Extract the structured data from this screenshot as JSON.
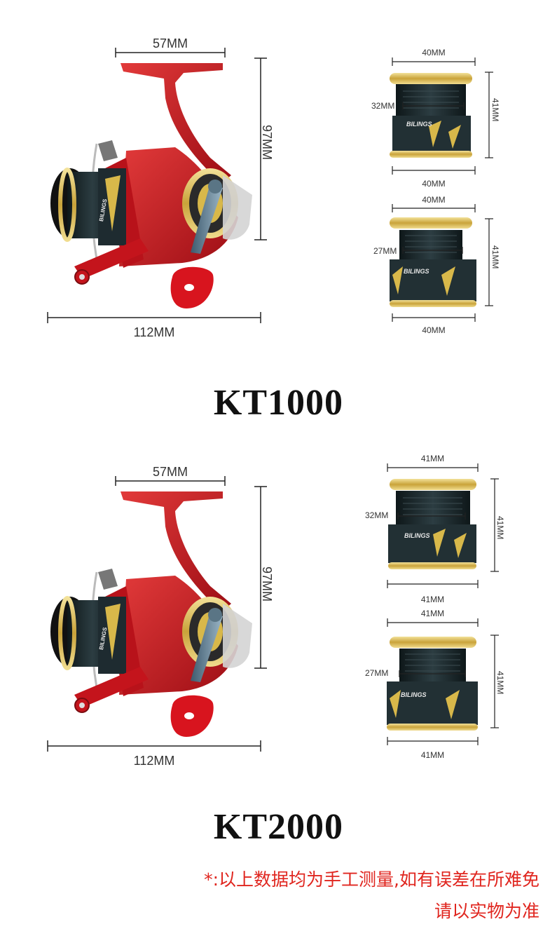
{
  "colors": {
    "accent_red": "#c4141c",
    "gold": "#d8b84a",
    "spool_dark": "#1c2a2e",
    "note_red": "#e0261f",
    "dimension_line": "#222222"
  },
  "brand": "BILINGS",
  "sections": [
    {
      "model": "KT1000",
      "reel": {
        "width": "57MM",
        "height": "97MM",
        "length": "112MM"
      },
      "spool_deep": {
        "top_width": "40MM",
        "inner": "32MM",
        "height": "41MM",
        "bottom_width": "40MM"
      },
      "spool_shallow": {
        "top_width": "40MM",
        "inner": "27MM",
        "height": "41MM",
        "bottom_width": "40MM"
      }
    },
    {
      "model": "KT2000",
      "reel": {
        "width": "57MM",
        "height": "97MM",
        "length": "112MM"
      },
      "spool_deep": {
        "top_width": "41MM",
        "inner": "32MM",
        "height": "41MM",
        "bottom_width": "41MM"
      },
      "spool_shallow": {
        "top_width": "41MM",
        "inner": "27MM",
        "height": "41MM",
        "bottom_width": "41MM"
      }
    }
  ],
  "note": {
    "line1": "*:以上数据均为手工测量,如有误差在所难免",
    "line2": "请以实物为准"
  }
}
